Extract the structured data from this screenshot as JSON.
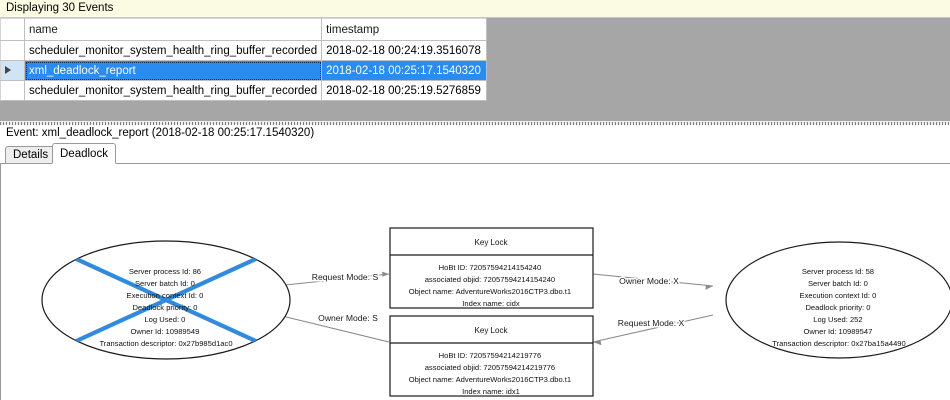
{
  "banner": {
    "text": "Displaying 30 Events"
  },
  "grid": {
    "columns": [
      "",
      "name",
      "timestamp"
    ],
    "rows": [
      {
        "selected": false,
        "indicator": "",
        "name": "scheduler_monitor_system_health_ring_buffer_recorded",
        "timestamp": "2018-02-18 00:24:19.3516078"
      },
      {
        "selected": true,
        "indicator": "row-selector-triangle",
        "name": "xml_deadlock_report",
        "timestamp": "2018-02-18 00:25:17.1540320"
      },
      {
        "selected": false,
        "indicator": "",
        "name": "scheduler_monitor_system_health_ring_buffer_recorded",
        "timestamp": "2018-02-18 00:25:19.5276859"
      }
    ]
  },
  "event_caption": "Event: xml_deadlock_report (2018-02-18 00:25:17.1540320)",
  "tabs": [
    {
      "label": "Details",
      "active": false
    },
    {
      "label": "Deadlock",
      "active": true
    }
  ],
  "graph": {
    "victim_marker_color": "#2e8bdf",
    "process_left": {
      "is_victim": true,
      "lines": [
        "Server process Id: 86",
        "Server batch Id: 0",
        "Execution context Id: 0",
        "Deadlock priority: 0",
        "Log Used: 0",
        "Owner Id: 10989549",
        "Transaction descriptor: 0x27b985d1ac0"
      ]
    },
    "process_right": {
      "is_victim": false,
      "lines": [
        "Server process Id: 58",
        "Server batch Id: 0",
        "Execution context Id: 0",
        "Deadlock priority: 0",
        "Log Used: 252",
        "Owner Id: 10989547",
        "Transaction descriptor: 0x27ba15a4490"
      ]
    },
    "resource_top": {
      "title": "Key Lock",
      "lines": [
        "HoBt ID: 72057594214154240",
        "associated objid: 72057594214154240",
        "Object name: AdventureWorks2016CTP3.dbo.t1",
        "Index name: cidx"
      ]
    },
    "resource_bottom": {
      "title": "Key Lock",
      "lines": [
        "HoBt ID: 72057594214219776",
        "associated objid: 72057594214219776",
        "Object name: AdventureWorks2016CTP3.dbo.t1",
        "Index name: idx1"
      ]
    },
    "edges": [
      {
        "id": "left-request-top",
        "label": "Request Mode: S"
      },
      {
        "id": "top-owner-right",
        "label": "Owner Mode: X"
      },
      {
        "id": "bottom-owner-left",
        "label": "Owner Mode: S"
      },
      {
        "id": "right-request-bottom",
        "label": "Request Mode: X"
      }
    ]
  }
}
